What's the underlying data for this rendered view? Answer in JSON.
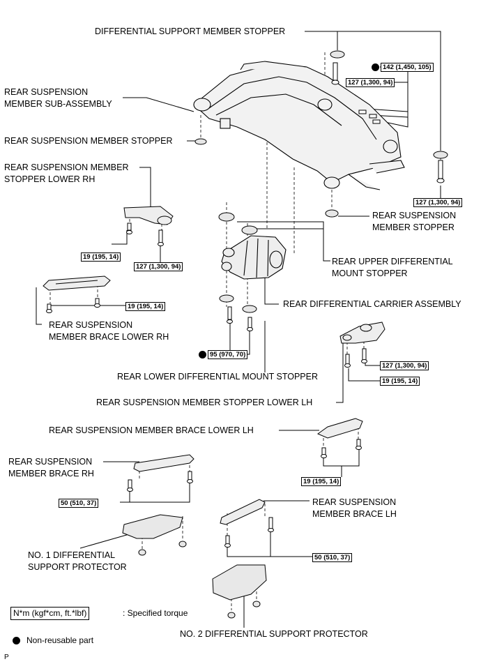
{
  "labels": {
    "diff_support_stopper": "DIFFERENTIAL SUPPORT MEMBER STOPPER",
    "rear_susp_sub_l1": "REAR SUSPENSION",
    "rear_susp_sub_l2": "MEMBER SUB-ASSEMBLY",
    "rear_susp_stopper_left": "REAR SUSPENSION MEMBER STOPPER",
    "stopper_lower_rh_l1": "REAR SUSPENSION MEMBER",
    "stopper_lower_rh_l2": "STOPPER LOWER RH",
    "rear_susp_stopper_right_l1": "REAR SUSPENSION",
    "rear_susp_stopper_right_l2": "MEMBER STOPPER",
    "upper_diff_mount_l1": "REAR UPPER DIFFERENTIAL",
    "upper_diff_mount_l2": "MOUNT STOPPER",
    "diff_carrier": "REAR DIFFERENTIAL CARRIER ASSEMBLY",
    "brace_lower_rh_l1": "REAR SUSPENSION",
    "brace_lower_rh_l2": "MEMBER BRACE LOWER RH",
    "lower_diff_mount": "REAR LOWER DIFFERENTIAL MOUNT STOPPER",
    "stopper_lower_lh": "REAR SUSPENSION MEMBER STOPPER LOWER LH",
    "brace_lower_lh": "REAR SUSPENSION MEMBER BRACE LOWER LH",
    "brace_rh_l1": "REAR SUSPENSION",
    "brace_rh_l2": "MEMBER BRACE RH",
    "brace_lh_l1": "REAR SUSPENSION",
    "brace_lh_l2": "MEMBER BRACE LH",
    "protector1_l1": "NO. 1 DIFFERENTIAL",
    "protector1_l2": "SUPPORT PROTECTOR",
    "protector2": "NO. 2 DIFFERENTIAL SUPPORT PROTECTOR"
  },
  "torques": {
    "t142": "142 (1,450, 105)",
    "t127_top": "127 (1,300, 94)",
    "t127_right": "127 (1,300, 94)",
    "t19_rh": "19 (195, 14)",
    "t127_rh": "127 (1,300, 94)",
    "t19_brace_rh": "19 (195, 14)",
    "t95": "95 (970, 70)",
    "t127_lh": "127 (1,300, 94)",
    "t19_lh": "19 (195, 14)",
    "t19_brace_lh": "19 (195, 14)",
    "t50_rh": "50 (510, 37)",
    "t50_lh": "50 (510, 37)"
  },
  "legend": {
    "torque_box": "N*m (kgf*cm, ft.*lbf)",
    "torque_text": ": Specified torque",
    "nonreusable": "Non-reusable part",
    "footer_code": "P"
  }
}
